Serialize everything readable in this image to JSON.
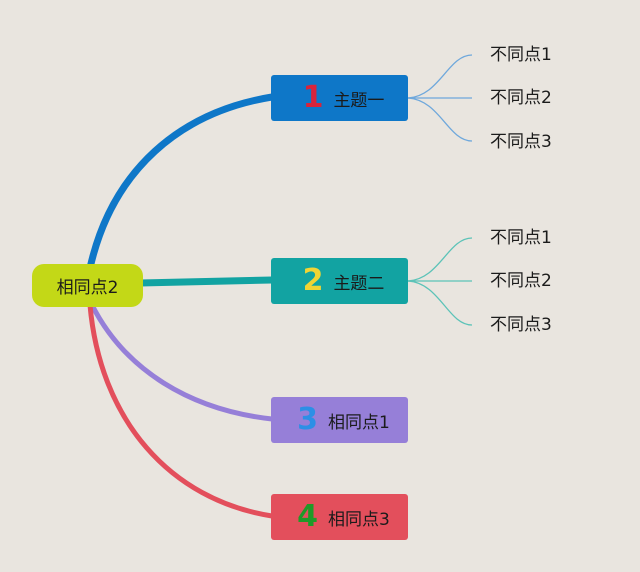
{
  "colors": {
    "background": "#e9e5df",
    "root": "#c3d817",
    "topic1": "#0e77c8",
    "topic2": "#12a3a2",
    "topic3": "#967fd8",
    "topic4": "#e34f5c",
    "num1": "#d8243b",
    "num2": "#f1d434",
    "num3": "#2c8fe6",
    "num4": "#1f9a28",
    "leafLine1": "#6fa8dc",
    "leafLine2": "#5cc3b8"
  },
  "root": {
    "label": "相同点2"
  },
  "topics": [
    {
      "num": "1",
      "label": "主题一",
      "leaves": [
        "不同点1",
        "不同点2",
        "不同点3"
      ]
    },
    {
      "num": "2",
      "label": "主题二",
      "leaves": [
        "不同点1",
        "不同点2",
        "不同点3"
      ]
    },
    {
      "num": "3",
      "label": "相同点1",
      "leaves": []
    },
    {
      "num": "4",
      "label": "相同点3",
      "leaves": []
    }
  ]
}
